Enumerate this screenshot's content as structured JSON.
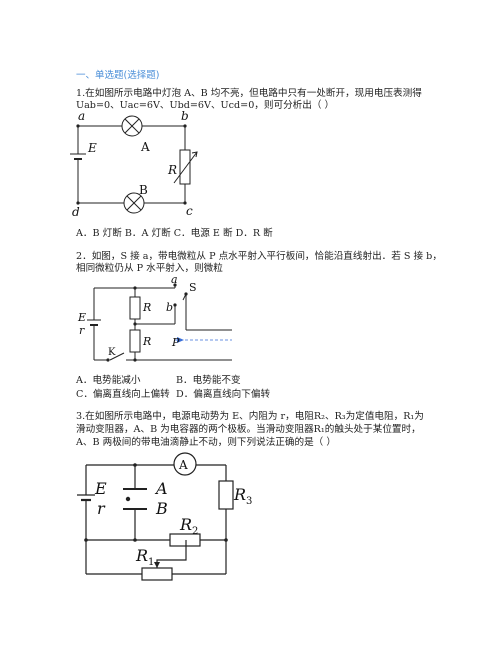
{
  "section_title": "一、单选题(选择题)",
  "q1": {
    "line1": "1.在如图所示电路中灯泡 A、B 均不亮，但电路中只有一处断开，现用电压表测得",
    "line2": "Uab=0、Uac=6V、Ubd=6V、Ucd=0，则可分析出（        ）",
    "options": "A．B 灯断    B．A 灯断    C．电源 E 断    D．R 断",
    "fig": {
      "a": "a",
      "b": "b",
      "c": "c",
      "d": "d",
      "E": "E",
      "A": "A",
      "B": "B",
      "R": "R"
    }
  },
  "q2": {
    "line1": "2．如图，S 接 a，带电微粒从 P 点水平射入平行板间，恰能沿直线射出．若 S 接 b，",
    "line2": "相同微粒仍从 P 水平射入，则微粒",
    "optA": "A．电势能减小",
    "optB": "B．电势能不变",
    "optC": "C．偏离直线向上偏转",
    "optD": "D．偏离直线向下偏转",
    "fig": {
      "a": "a",
      "b": "b",
      "S": "S",
      "E": "E",
      "r": "r",
      "R1": "R",
      "R2": "R",
      "K": "K",
      "P": "P"
    }
  },
  "q3": {
    "line1": "3.在如图所示电路中，电源电动势为 E、内阻为 r，电阻R₂、R₃为定值电阻，R₁为",
    "line2": "滑动变阻器，A、B 为电容器的两个极板。当滑动变阻器R₁的触头处于某位置时，",
    "line3": "A、B 两极间的带电油滴静止不动，则下列说法正确的是（        ）",
    "fig": {
      "A_meter": "A",
      "E": "E",
      "r": "r",
      "A": "A",
      "B": "B",
      "R3": "R",
      "R3_sub": "3",
      "R2": "R",
      "R2_sub": "2",
      "R1": "R",
      "R1_sub": "1"
    }
  }
}
